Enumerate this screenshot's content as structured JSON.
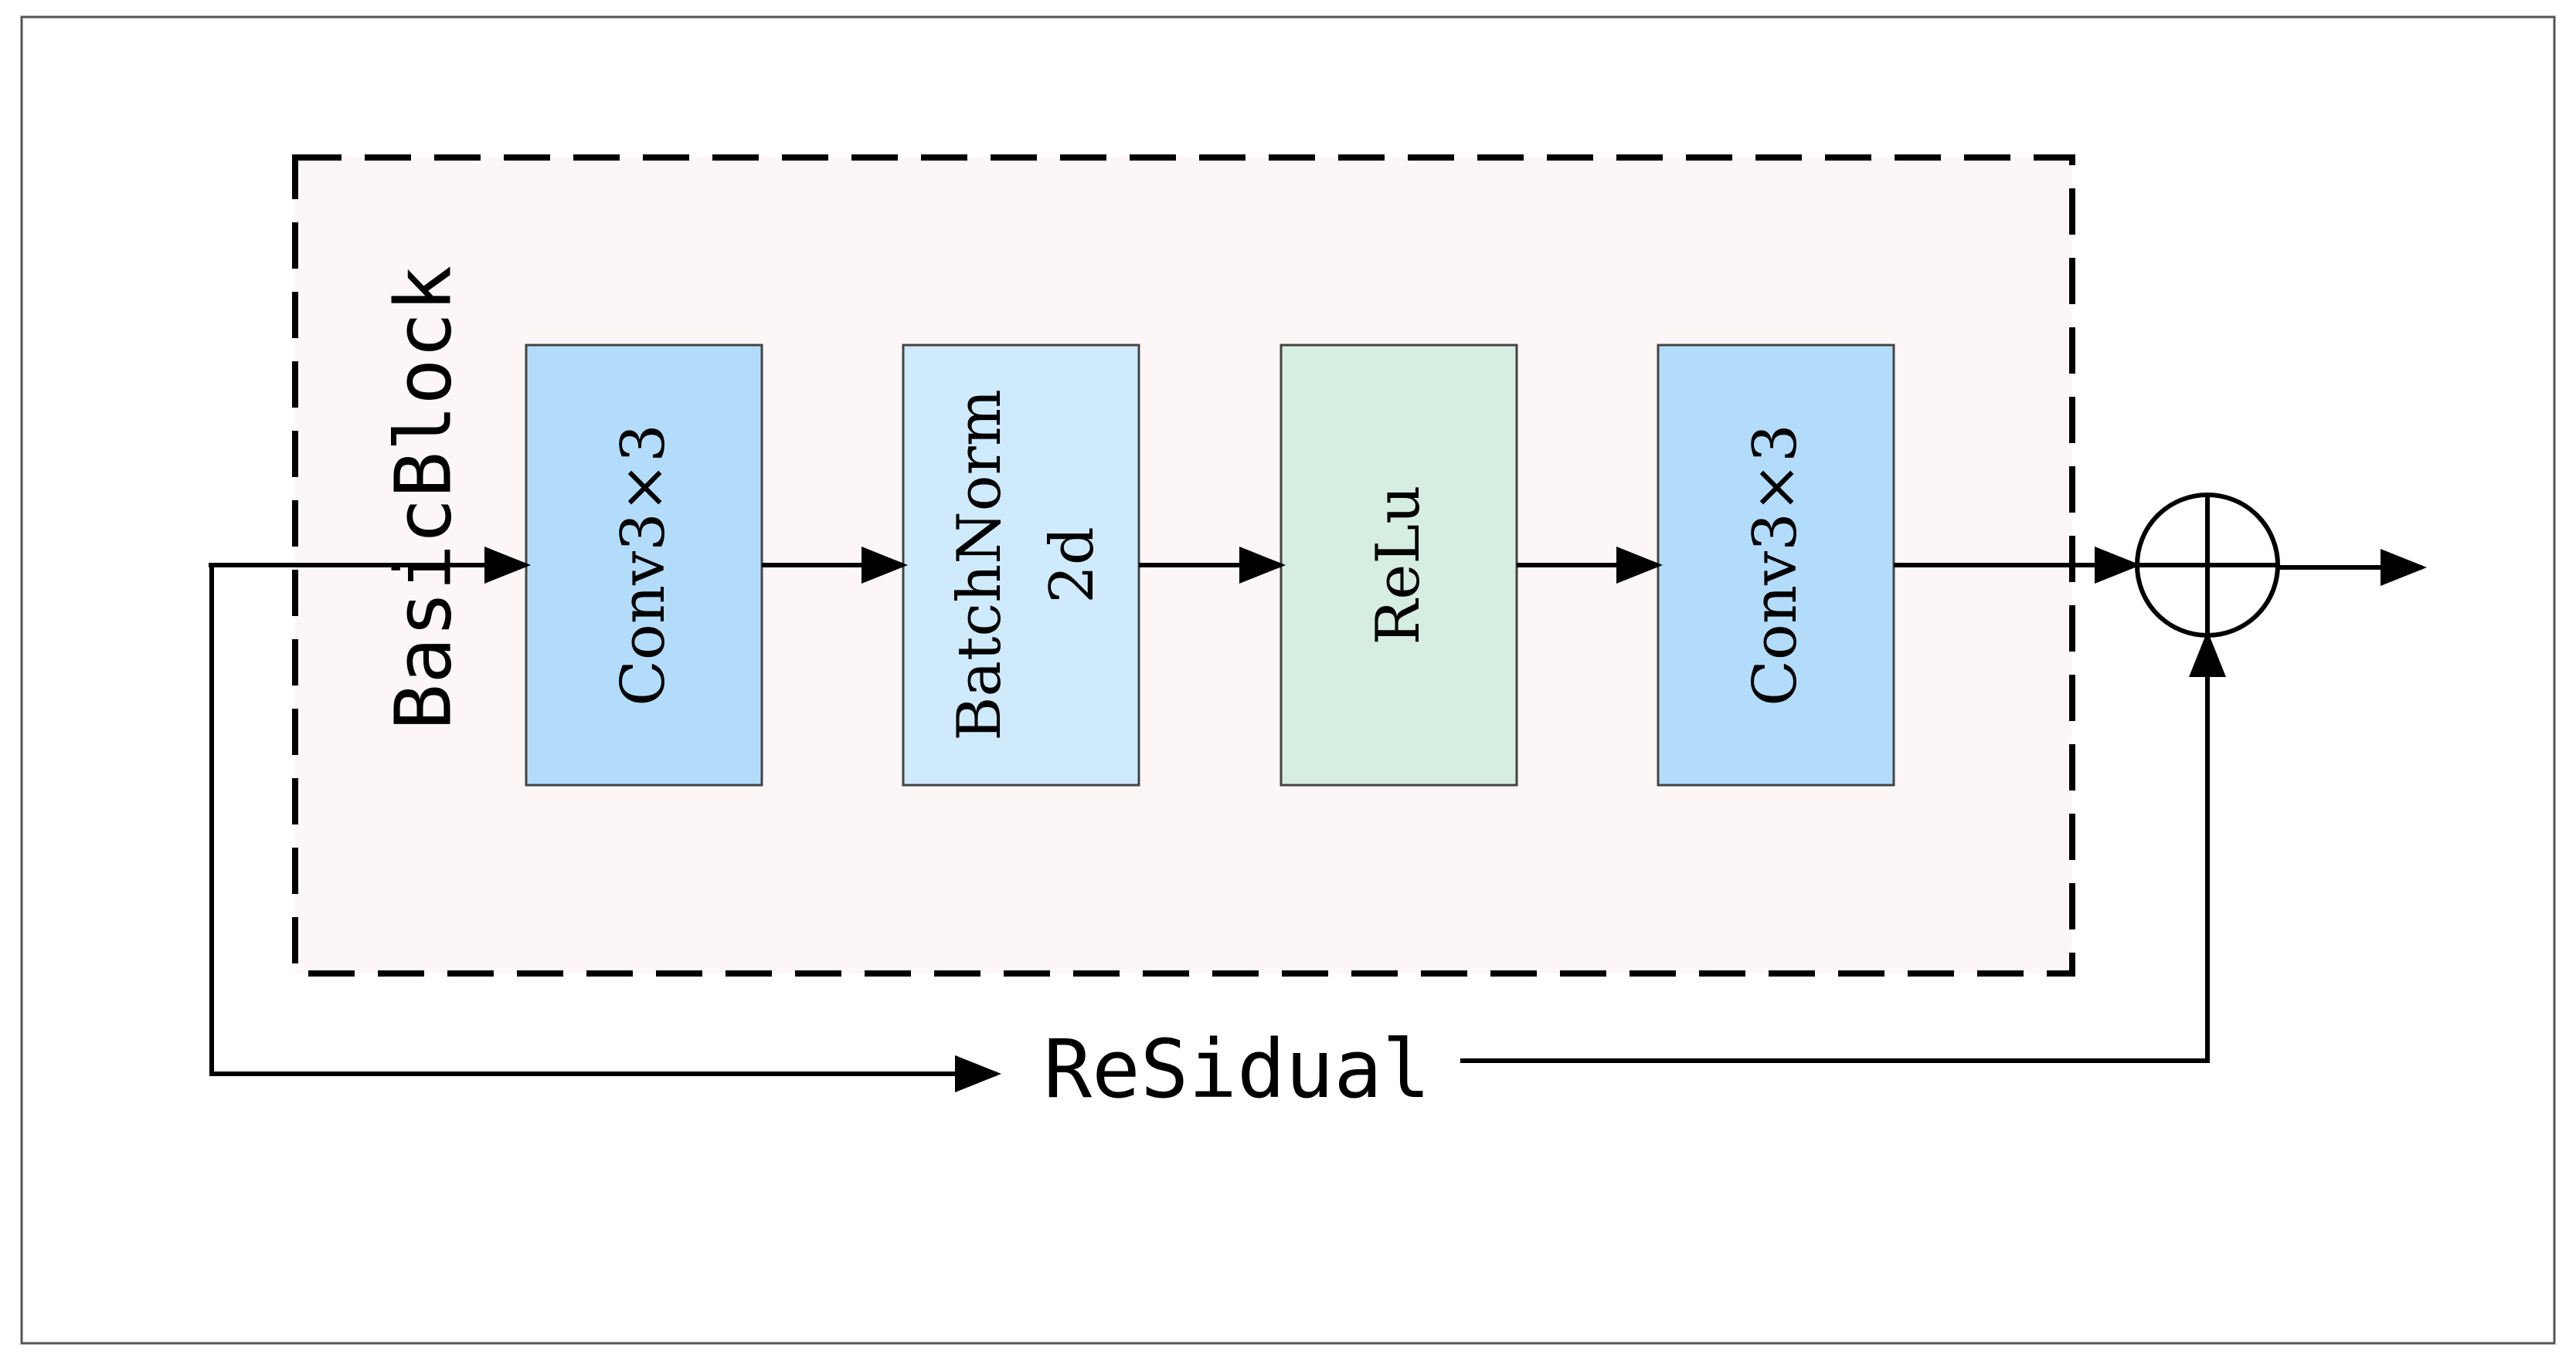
{
  "diagram": {
    "block_label": "BasicBlock",
    "residual_label": "ReSidual",
    "layers": [
      {
        "lines": [
          "Conv3×3"
        ]
      },
      {
        "lines": [
          "BatchNorm",
          "2d"
        ]
      },
      {
        "lines": [
          "ReLu"
        ]
      },
      {
        "lines": [
          "Conv3×3"
        ]
      }
    ],
    "sum_symbol": "⊕",
    "colors": {
      "block_fill": "#fdf6f6",
      "conv": "#b3dcfa",
      "batchnorm": "#cfeafb",
      "relu": "#d6eee2",
      "stroke": "#000000"
    }
  }
}
